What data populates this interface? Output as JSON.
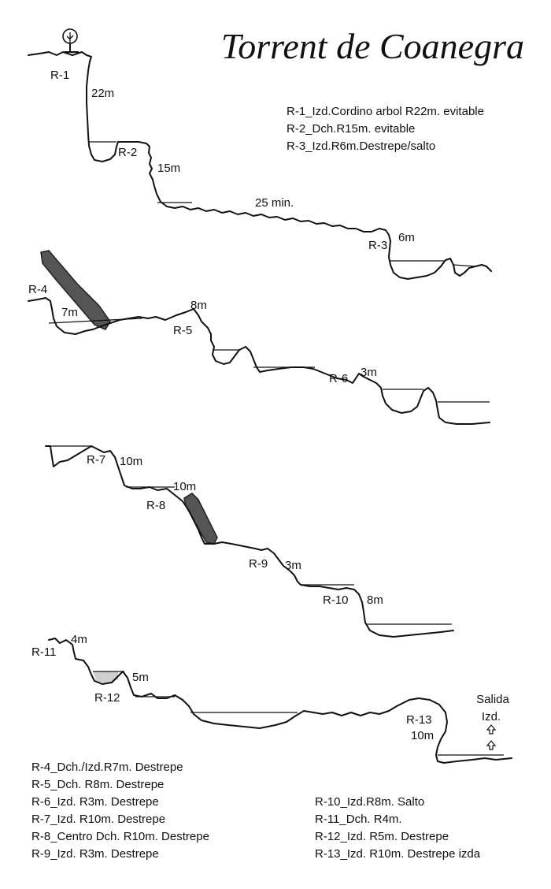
{
  "title": "Torrent de Coanegra",
  "labels": {
    "r1": "R-1",
    "r1_len": "22m",
    "r2": "R-2",
    "r2_len": "15m",
    "walk": "25 min.",
    "r3": "R-3",
    "r3_len": "6m",
    "r4": "R-4",
    "r4_len": "7m",
    "r5": "R-5",
    "r5_len": "8m",
    "r6": "R-6",
    "r6_len": "3m",
    "r7": "R-7",
    "r7_len": "10m",
    "r8": "R-8",
    "r8_len": "10m",
    "r9": "R-9",
    "r9_len": "3m",
    "r10": "R-10",
    "r10_len": "8m",
    "r11": "R-11",
    "r11_len": "4m",
    "r12": "R-12",
    "r12_len": "5m",
    "r13": "R-13",
    "r13_len": "10m",
    "exit_line1": "Salida",
    "exit_line2": "Izd."
  },
  "legend_top": [
    "R-1_Izd.Cordino arbol R22m. evitable",
    "R-2_Dch.R15m. evitable",
    "R-3_Izd.R6m.Destrepe/salto"
  ],
  "legend_left": [
    "R-4_Dch./Izd.R7m. Destrepe",
    "R-5_Dch. R8m. Destrepe",
    "R-6_Izd. R3m. Destrepe",
    "R-7_Izd. R10m. Destrepe",
    "R-8_Centro Dch. R10m. Destrepe",
    "R-9_Izd. R3m. Destrepe"
  ],
  "legend_right": [
    "R-10_Izd.R8m. Salto",
    "R-11_Dch. R4m.",
    "R-12_Izd. R5m. Destrepe",
    "R-13_Izd. R10m. Destrepe izda"
  ],
  "icons": {
    "tree": "tree-icon",
    "exit": "up-arrow-icon"
  }
}
